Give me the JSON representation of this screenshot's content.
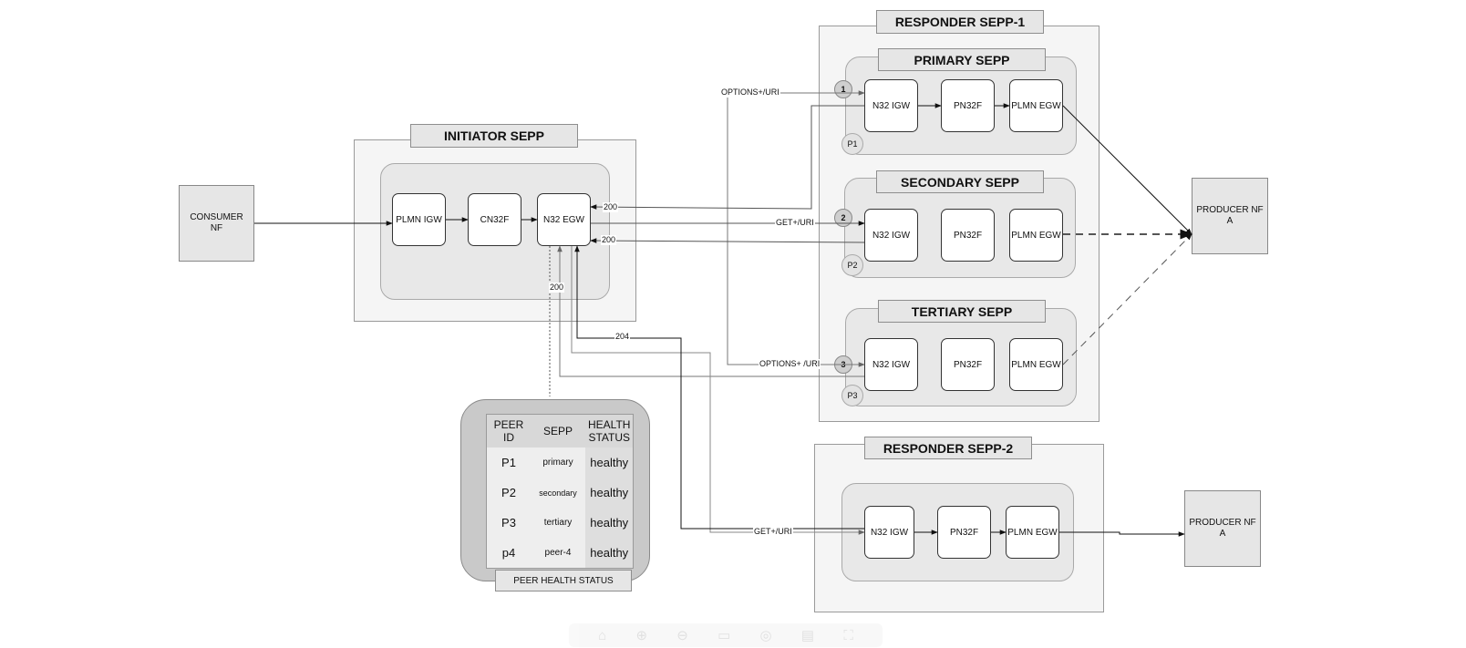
{
  "consumer_nf": "CONSUMER NF",
  "initiator": {
    "title": "INITIATOR SEPP",
    "nodes": [
      "PLMN IGW",
      "CN32F",
      "N32 EGW"
    ]
  },
  "responder1": {
    "title": "RESPONDER SEPP-1",
    "primary": {
      "title": "PRIMARY SEPP",
      "nodes": [
        "N32 IGW",
        "PN32F",
        "PLMN EGW"
      ],
      "peer": "P1",
      "step": "1"
    },
    "secondary": {
      "title": "SECONDARY SEPP",
      "nodes": [
        "N32 IGW",
        "PN32F",
        "PLMN EGW"
      ],
      "peer": "P2",
      "step": "2"
    },
    "tertiary": {
      "title": "TERTIARY SEPP",
      "nodes": [
        "N32 IGW",
        "PN32F",
        "PLMN EGW"
      ],
      "peer": "P3",
      "step": "3"
    }
  },
  "responder2": {
    "title": "RESPONDER SEPP-2",
    "nodes": [
      "N32 IGW",
      "PN32F",
      "PLMN EGW"
    ]
  },
  "producer_a": "PRODUCER NF A",
  "producer_b": "PRODUCER NF A",
  "labels": {
    "options1": "OPTIONS+/URI",
    "get1": "GET+/URI",
    "options3": "OPTIONS+ /URI",
    "get2": "GET+/URI",
    "r200a": "200",
    "r200b": "200",
    "r200c": "200",
    "r204": "204"
  },
  "peer_health": {
    "caption": "PEER HEALTH STATUS",
    "headers": [
      "PEER ID",
      "SEPP",
      "HEALTH STATUS"
    ],
    "rows": [
      [
        "P1",
        "primary",
        "healthy"
      ],
      [
        "P2",
        "secondary",
        "healthy"
      ],
      [
        "P3",
        "tertiary",
        "healthy"
      ],
      [
        "p4",
        "peer-4",
        "healthy"
      ]
    ]
  }
}
